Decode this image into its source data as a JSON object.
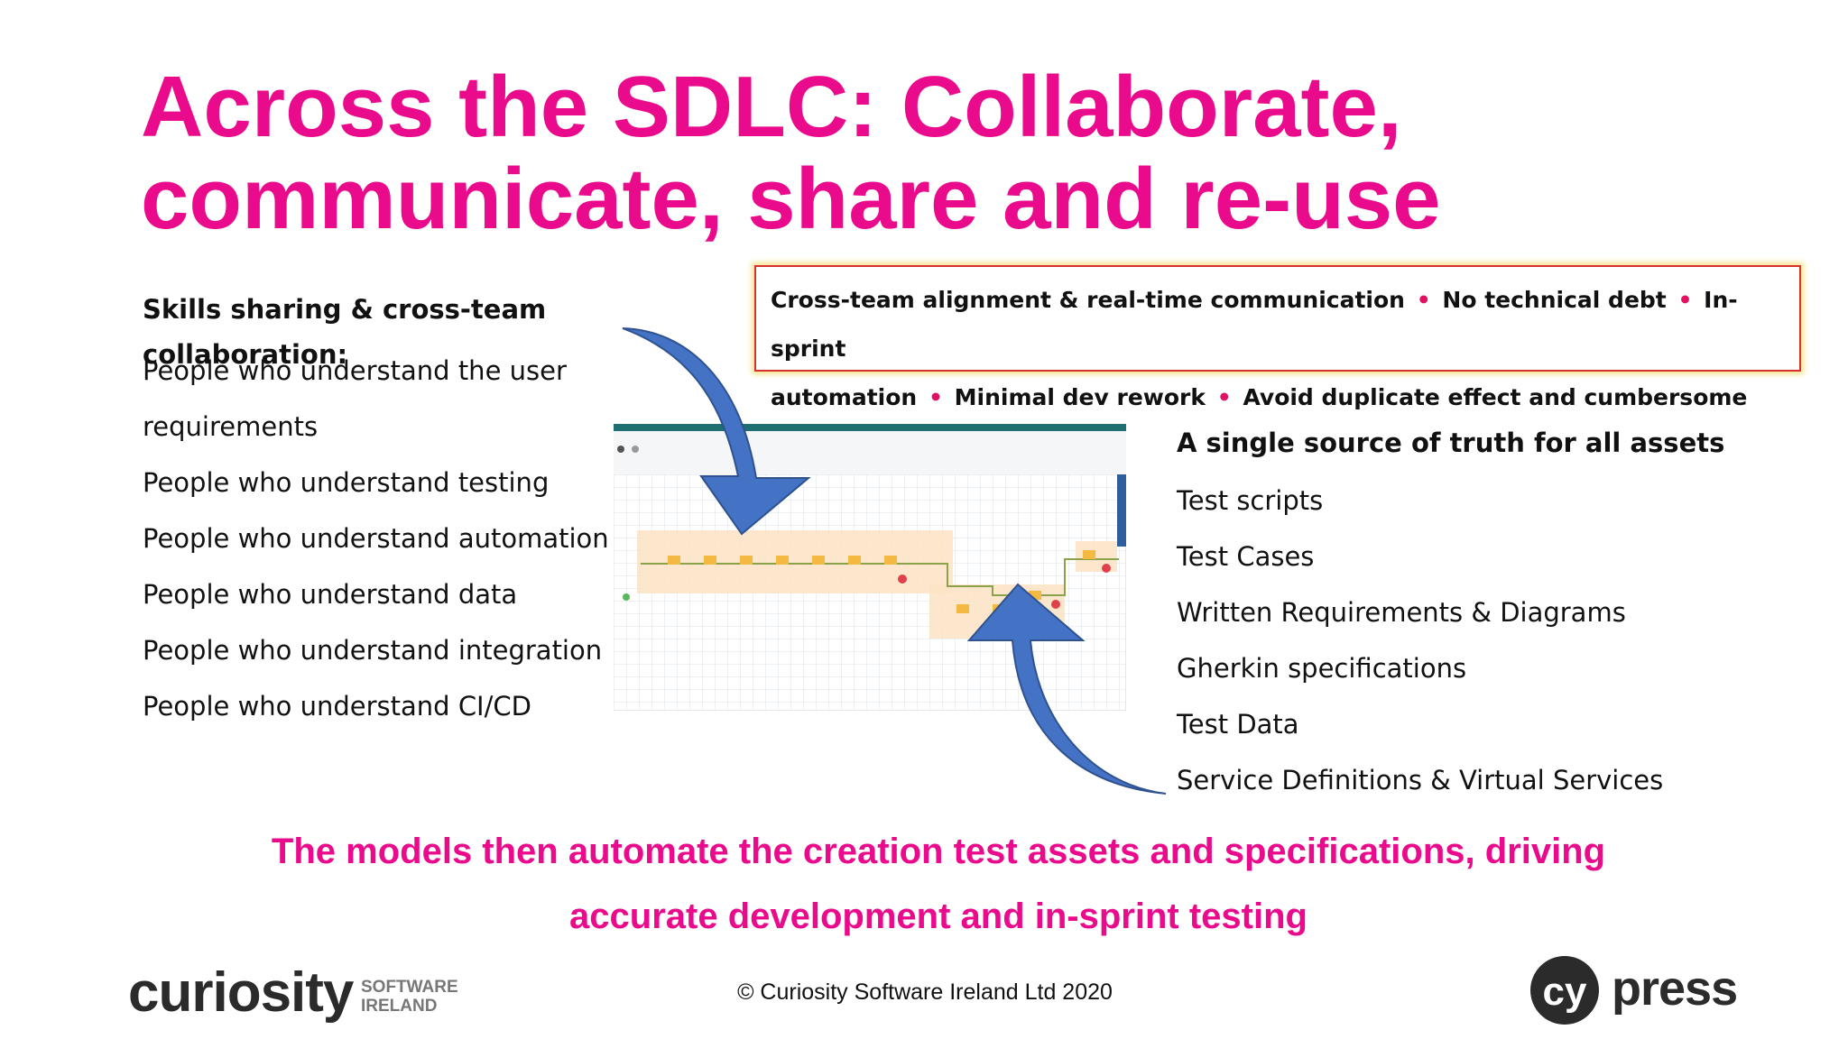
{
  "title": {
    "line1": "Across the SDLC: Collaborate,",
    "line2": "communicate, share and re-use"
  },
  "left_list": {
    "heading": "Skills sharing & cross-team collaboration:",
    "items": [
      "People who understand the user",
      "requirements",
      "People who understand testing",
      "People who understand automation",
      "People who understand data",
      "People who understand integration",
      "People who understand CI/CD"
    ]
  },
  "callout": {
    "parts": [
      "Cross-team alignment & real-time communication",
      "No technical debt",
      "In-sprint",
      "automation",
      "Minimal dev rework",
      "Avoid duplicate effect and cumbersome maintenance"
    ],
    "bullet": "•",
    "border_color": "#d6322f",
    "glow_color": "#f7e38a",
    "bullet_color": "#e0115f"
  },
  "right_list": {
    "heading": "A single source of truth for all assets",
    "items": [
      "Test scripts",
      "Test Cases",
      "Written Requirements & Diagrams",
      "Gherkin specifications",
      "Test Data",
      "Service Definitions & Virtual Services"
    ]
  },
  "bottom_text": {
    "line1": "The models then automate the creation test assets and specifications, driving",
    "line2": "accurate development and in-sprint testing"
  },
  "footer": {
    "left_logo_word": "curiosity",
    "left_logo_sub1": "SOFTWARE",
    "left_logo_sub2": "IRELAND",
    "copyright": "© Curiosity Software Ireland Ltd 2020",
    "right_logo_word": "press",
    "right_logo_badge": "cy"
  },
  "colors": {
    "accent": "#ea0b8c",
    "arrow": "#4472c4",
    "arrow_stroke": "#2f528f",
    "text": "#111111"
  },
  "icons": {
    "arrow_down": "curved-arrow-down-icon",
    "arrow_up": "curved-arrow-up-icon"
  }
}
